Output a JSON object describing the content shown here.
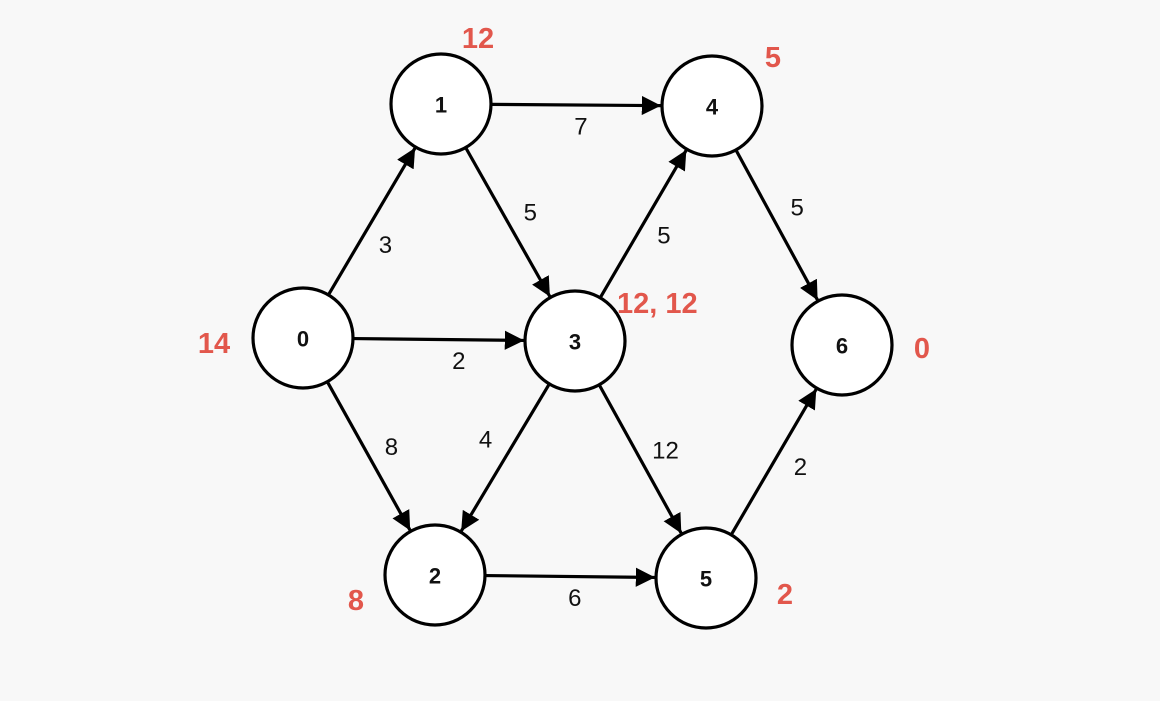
{
  "colors": {
    "background": "#f8f8f8",
    "node_stroke": "#000000",
    "node_fill": "#ffffff",
    "edge": "#000000",
    "distance_label": "#e2574c"
  },
  "nodes": [
    {
      "id": "0",
      "label": "0",
      "distance": "14"
    },
    {
      "id": "1",
      "label": "1",
      "distance": "12"
    },
    {
      "id": "2",
      "label": "2",
      "distance": "8"
    },
    {
      "id": "3",
      "label": "3",
      "distance": "12, 12"
    },
    {
      "id": "4",
      "label": "4",
      "distance": "5"
    },
    {
      "id": "5",
      "label": "5",
      "distance": "2"
    },
    {
      "id": "6",
      "label": "6",
      "distance": "0"
    }
  ],
  "edges": [
    {
      "from": "0",
      "to": "1",
      "weight": "3"
    },
    {
      "from": "0",
      "to": "3",
      "weight": "2"
    },
    {
      "from": "0",
      "to": "2",
      "weight": "8"
    },
    {
      "from": "1",
      "to": "4",
      "weight": "7"
    },
    {
      "from": "1",
      "to": "3",
      "weight": "5"
    },
    {
      "from": "3",
      "to": "4",
      "weight": "5"
    },
    {
      "from": "3",
      "to": "2",
      "weight": "4"
    },
    {
      "from": "3",
      "to": "5",
      "weight": "12"
    },
    {
      "from": "4",
      "to": "6",
      "weight": "5"
    },
    {
      "from": "2",
      "to": "5",
      "weight": "6"
    },
    {
      "from": "5",
      "to": "6",
      "weight": "2"
    }
  ]
}
